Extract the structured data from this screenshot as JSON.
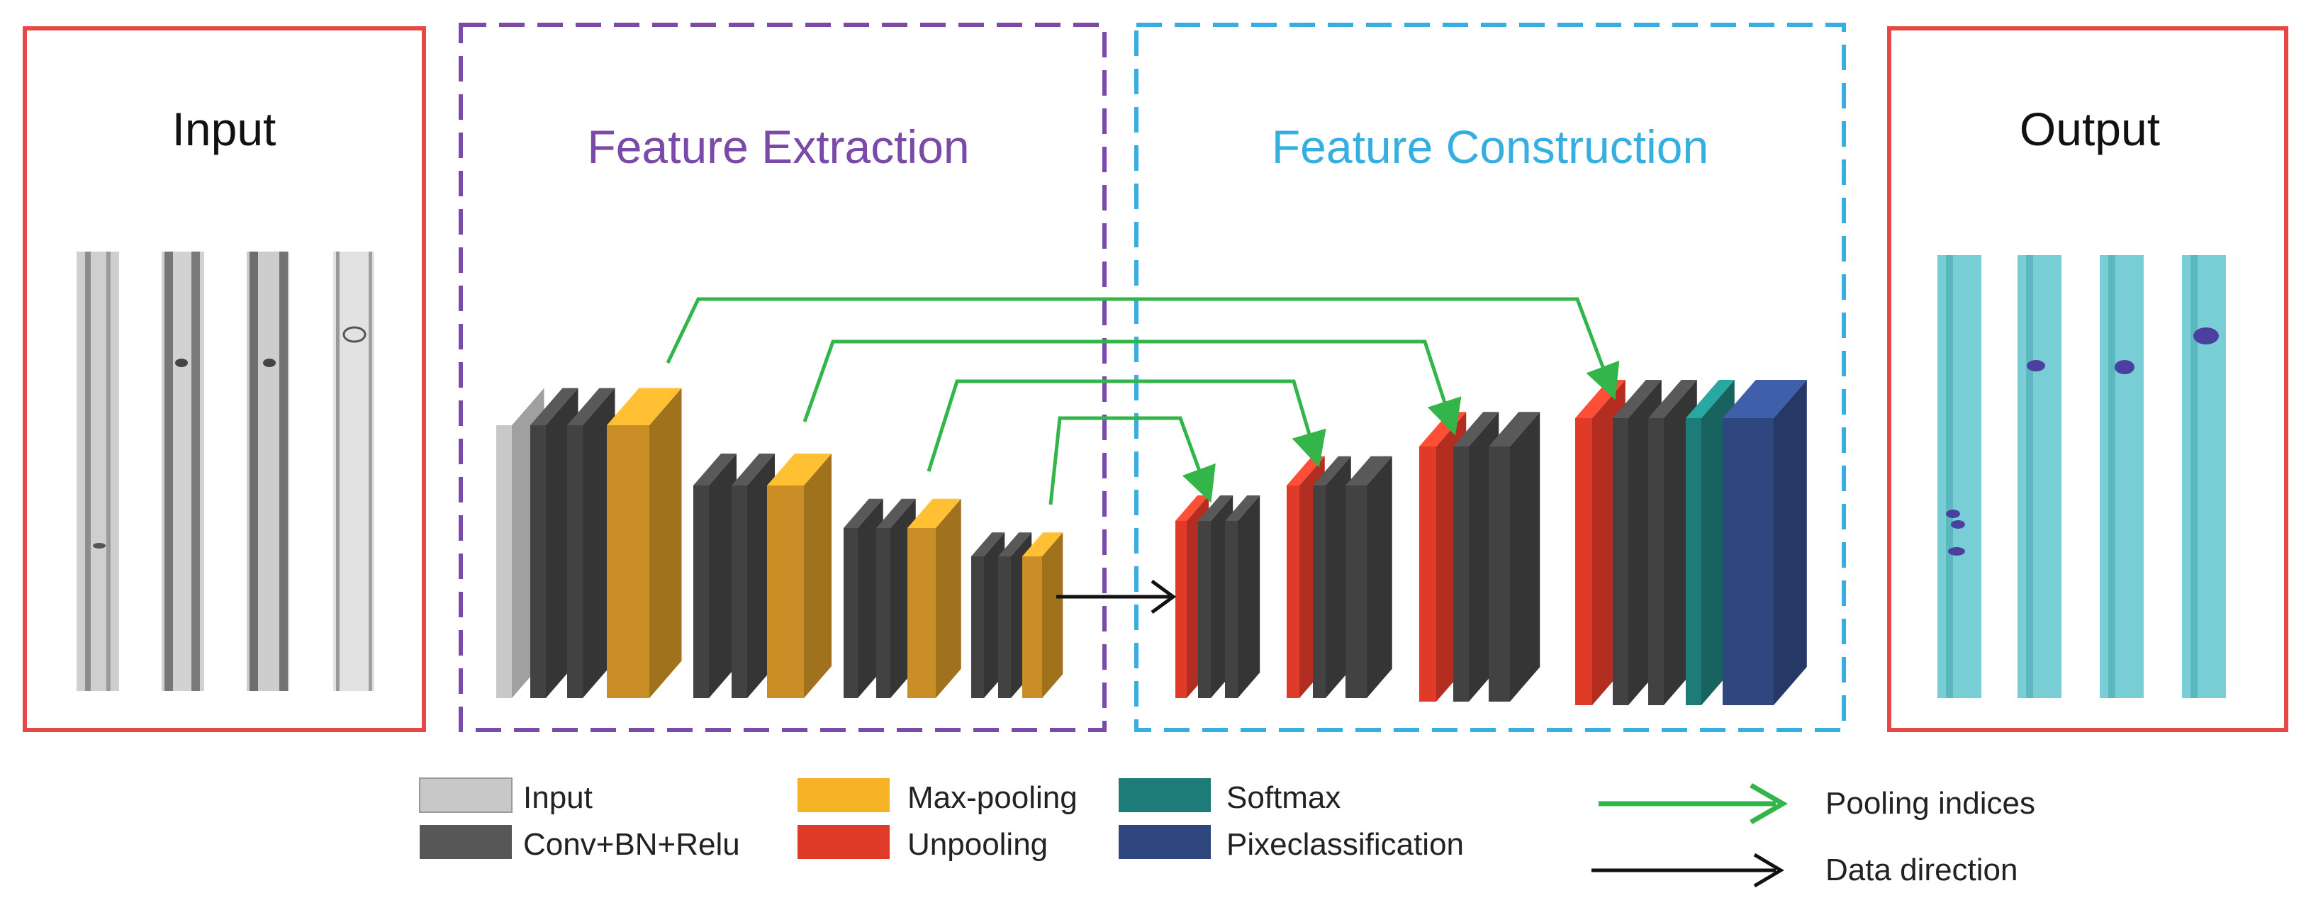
{
  "panels": {
    "input": {
      "title": "Input"
    },
    "feature_extraction": {
      "title": "Feature Extraction"
    },
    "feature_construction": {
      "title": "Feature Construction"
    },
    "output": {
      "title": "Output"
    }
  },
  "legend": {
    "items": [
      {
        "key": "input",
        "label": "Input",
        "color": "#c8c8c8"
      },
      {
        "key": "conv",
        "label": "Conv+BN+Relu",
        "color": "#575757"
      },
      {
        "key": "maxpool",
        "label": "Max-pooling",
        "color": "#f5b325"
      },
      {
        "key": "unpool",
        "label": "Unpooling",
        "color": "#e03a28"
      },
      {
        "key": "softmax",
        "label": "Softmax",
        "color": "#1e7c78"
      },
      {
        "key": "pixel",
        "label": "Pixeclassification",
        "color": "#2f467f"
      }
    ],
    "arrows": [
      {
        "key": "pooling",
        "label": "Pooling indices",
        "color": "#33b54a"
      },
      {
        "key": "data",
        "label": "Data direction",
        "color": "#111111"
      }
    ]
  },
  "colors": {
    "input_box": "#e64848",
    "extraction_box": "#7b4aa8",
    "construction_box": "#36aee0",
    "extraction_title": "#7b4aa8",
    "construction_title": "#36aee0",
    "input_layer": "#c8c8c8",
    "conv_layer": "#424242",
    "maxpool_layer": "#c98f26",
    "unpool_layer": "#e03a28",
    "softmax_layer": "#1e7c78",
    "pixel_layer": "#2f467f",
    "pooling_arrow": "#33b54a",
    "output_stripe": "#79cdd4"
  }
}
